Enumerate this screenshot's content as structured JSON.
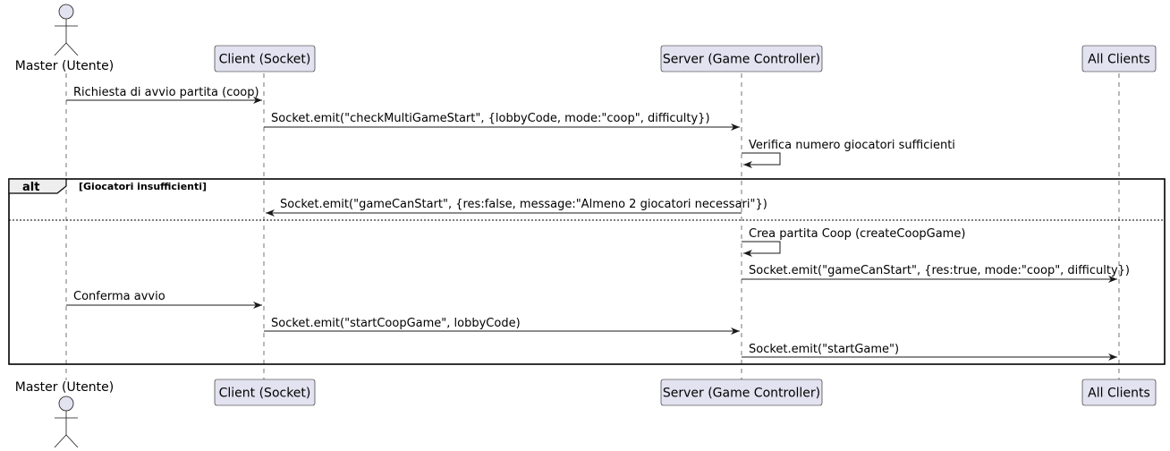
{
  "participants": {
    "master": "Master (Utente)",
    "client": "Client (Socket)",
    "server": "Server (Game Controller)",
    "all": "All Clients"
  },
  "messages": {
    "m1": "Richiesta di avvio partita (coop)",
    "m2": "Socket.emit(\"checkMultiGameStart\", {lobbyCode, mode:\"coop\", difficulty})",
    "m3": "Verifica numero giocatori sufficienti",
    "m4": "Socket.emit(\"gameCanStart\", {res:false, message:\"Almeno 2 giocatori necessari\"})",
    "m5": "Crea partita Coop (createCoopGame)",
    "m6": "Socket.emit(\"gameCanStart\", {res:true, mode:\"coop\", difficulty})",
    "m7": "Conferma avvio",
    "m8": "Socket.emit(\"startCoopGame\", lobbyCode)",
    "m9": "Socket.emit(\"startGame\")"
  },
  "alt": {
    "tag": "alt",
    "guard": "[Giocatori insufficienti]"
  },
  "colors": {
    "participant_fill": "#e2e2f0",
    "participant_stroke": "#181818",
    "lifeline": "#181818",
    "arrow": "#181818"
  }
}
